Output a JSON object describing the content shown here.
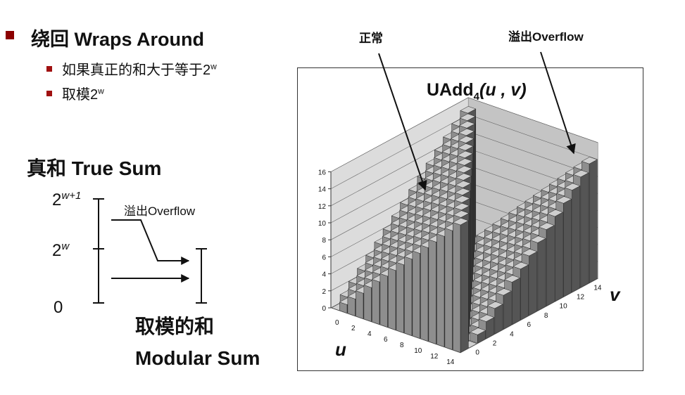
{
  "bullet_main": {
    "zh": "绕回",
    "en": "Wraps Around"
  },
  "sub_bullets": [
    {
      "text": "如果真正的和大于等于2",
      "sup": "w"
    },
    {
      "text": "取模2",
      "sup": "w"
    }
  ],
  "true_sum": {
    "title": "真和 True Sum"
  },
  "axis_labels": {
    "top": {
      "base": "2",
      "exp": "w+1"
    },
    "mid": {
      "base": "2",
      "exp": "w"
    },
    "bottom": "0"
  },
  "overflow_label_left": "溢出Overflow",
  "modular_sum": {
    "line1": "取模的和",
    "line2": "Modular Sum"
  },
  "chart_labels": {
    "normal": "正常",
    "overflow": "溢出Overflow"
  },
  "chart_data": {
    "type": "bar3d",
    "title": {
      "func": "UAdd",
      "sub": "4",
      "args": "(u , v)"
    },
    "z_ticks": [
      "16",
      "14",
      "12",
      "10",
      "8",
      "6",
      "4",
      "2",
      "0"
    ],
    "u_ticks": [
      "0",
      "2",
      "4",
      "6",
      "8",
      "10",
      "12",
      "14"
    ],
    "v_ticks": [
      "0",
      "2",
      "4",
      "6",
      "8",
      "10",
      "12",
      "14"
    ],
    "u_label": "u",
    "v_label": "v",
    "u_range": [
      0,
      15
    ],
    "v_range": [
      0,
      15
    ],
    "z_range": [
      0,
      16
    ],
    "modulus": 16
  },
  "colors": {
    "bullet": "#8b0000",
    "bar_front": "#8e8e8e",
    "bar_top": "#cfcfcf",
    "bar_side": "#555555",
    "wall": "#c4c4c4",
    "floor": "#e8e8e8"
  }
}
